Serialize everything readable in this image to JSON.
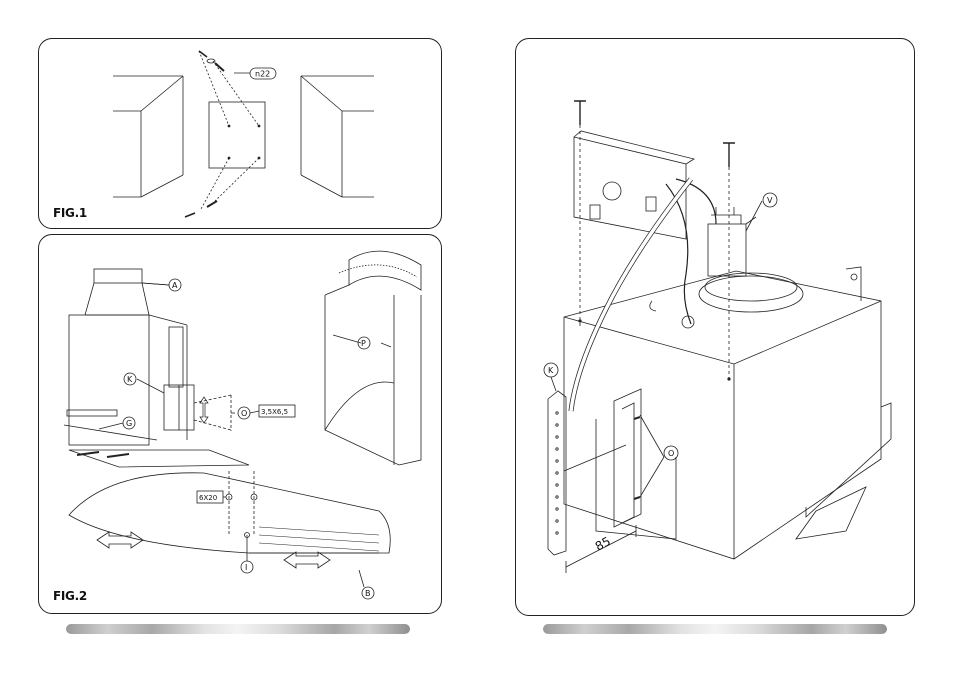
{
  "fig1": {
    "title": "FIG.1",
    "part_label": "n22"
  },
  "fig2": {
    "title": "FIG.2",
    "labels": {
      "A": "A",
      "K": "K",
      "O": "O",
      "G": "G",
      "P": "P",
      "I": "I",
      "B": "B",
      "screw_small": "3,5X6,5",
      "screw_large": "6X20"
    }
  },
  "fig3": {
    "labels": {
      "V": "V",
      "K": "K",
      "O": "O",
      "dimension": "85"
    }
  }
}
